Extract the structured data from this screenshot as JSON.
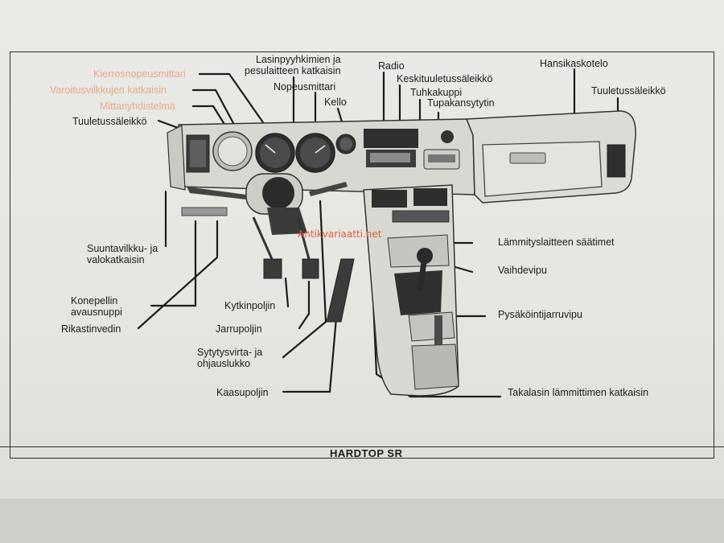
{
  "caption": "HARDTOP SR",
  "watermark": "Antikvariaatti.net",
  "labels": {
    "kierrosnopeusmittari": "Kierrosnopeusmittari",
    "varoitusvilkkujen": "Varoitusvilkkujen katkaisin",
    "mittariyhdistelma": "Mittariyhdistelmä",
    "tuuletus_left": "Tuuletussäleikkö",
    "lasinpyyhkimien_1": "Lasinpyyhkimien ja",
    "lasinpyyhkimien_2": "pesulaitteen katkaisin",
    "nopeusmittari": "Nopeusmittari",
    "kello": "Kello",
    "radio": "Radio",
    "keskituuletus": "Keskituuletussäleikkö",
    "tuhkakuppi": "Tuhkakuppi",
    "tupakansytytin": "Tupakansytytin",
    "hansikaskotelo": "Hansikaskotelo",
    "tuuletus_right": "Tuuletussäleikkö",
    "suuntavilkku_1": "Suuntavilkku- ja",
    "suuntavilkku_2": "valokatkaisin",
    "konepellin_1": "Konepellin",
    "konepellin_2": "avausnuppi",
    "rikastinvedin": "Rikastinvedin",
    "kytkinpoljin": "Kytkinpoljin",
    "jarrupoljin": "Jarrupoljin",
    "sytytysvirta_1": "Sytytysvirta- ja",
    "sytytysvirta_2": "ohjauslukko",
    "kaasupoljin": "Kaasupoljin",
    "lammityslaitteen": "Lämmityslaitteen säätimet",
    "vaihdevipu": "Vaihdevipu",
    "pysakointijarru": "Pysäköintijarruvipu",
    "takalasin": "Takalasin lämmittimen katkaisin"
  },
  "colors": {
    "ink": "#1b1b1b",
    "faded_ink": "#e9a98a",
    "watermark": "#e05a3a",
    "paper": "#e8e8e3"
  }
}
